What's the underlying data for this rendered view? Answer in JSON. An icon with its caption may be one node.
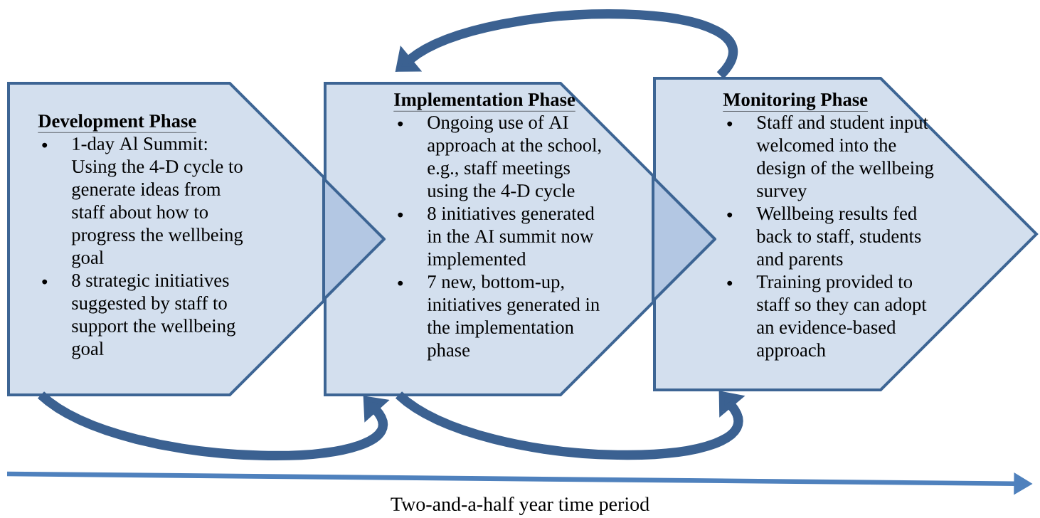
{
  "diagram": {
    "nodes": [
      {
        "text": [
          "Development Phase",
          "1-day Al Summit: Using the 4-D cycle to generate ideas from staff about how to progress the wellbeing goal",
          "8 strategic initiatives suggested by staff to support the wellbeing goal"
        ]
      },
      {
        "text": [
          "Implementation Phase",
          "Ongoing use of AI approach at the school, e.g., staff meetings using the 4-D cycle",
          "8 initiatives generated in the AI summit now implemented",
          "7 new, bottom-up, initiatives generated in the implementation phase"
        ]
      },
      {
        "text": [
          "Monitoring Phase",
          "Staff and student input welcomed into the design of the wellbeing survey",
          "Wellbeing results fed back to staff, students and parents",
          "Training provided to staff so they can adopt an evidence-based approach"
        ]
      }
    ],
    "edges": [
      {
        "from": 0,
        "to": 1,
        "arrow": "to"
      },
      {
        "from": 1,
        "to": 2,
        "arrow": "to"
      },
      {
        "from": 2,
        "to": 1,
        "arrow": "to"
      }
    ],
    "labels": [
      "Two-and-a-half year time period"
    ]
  }
}
